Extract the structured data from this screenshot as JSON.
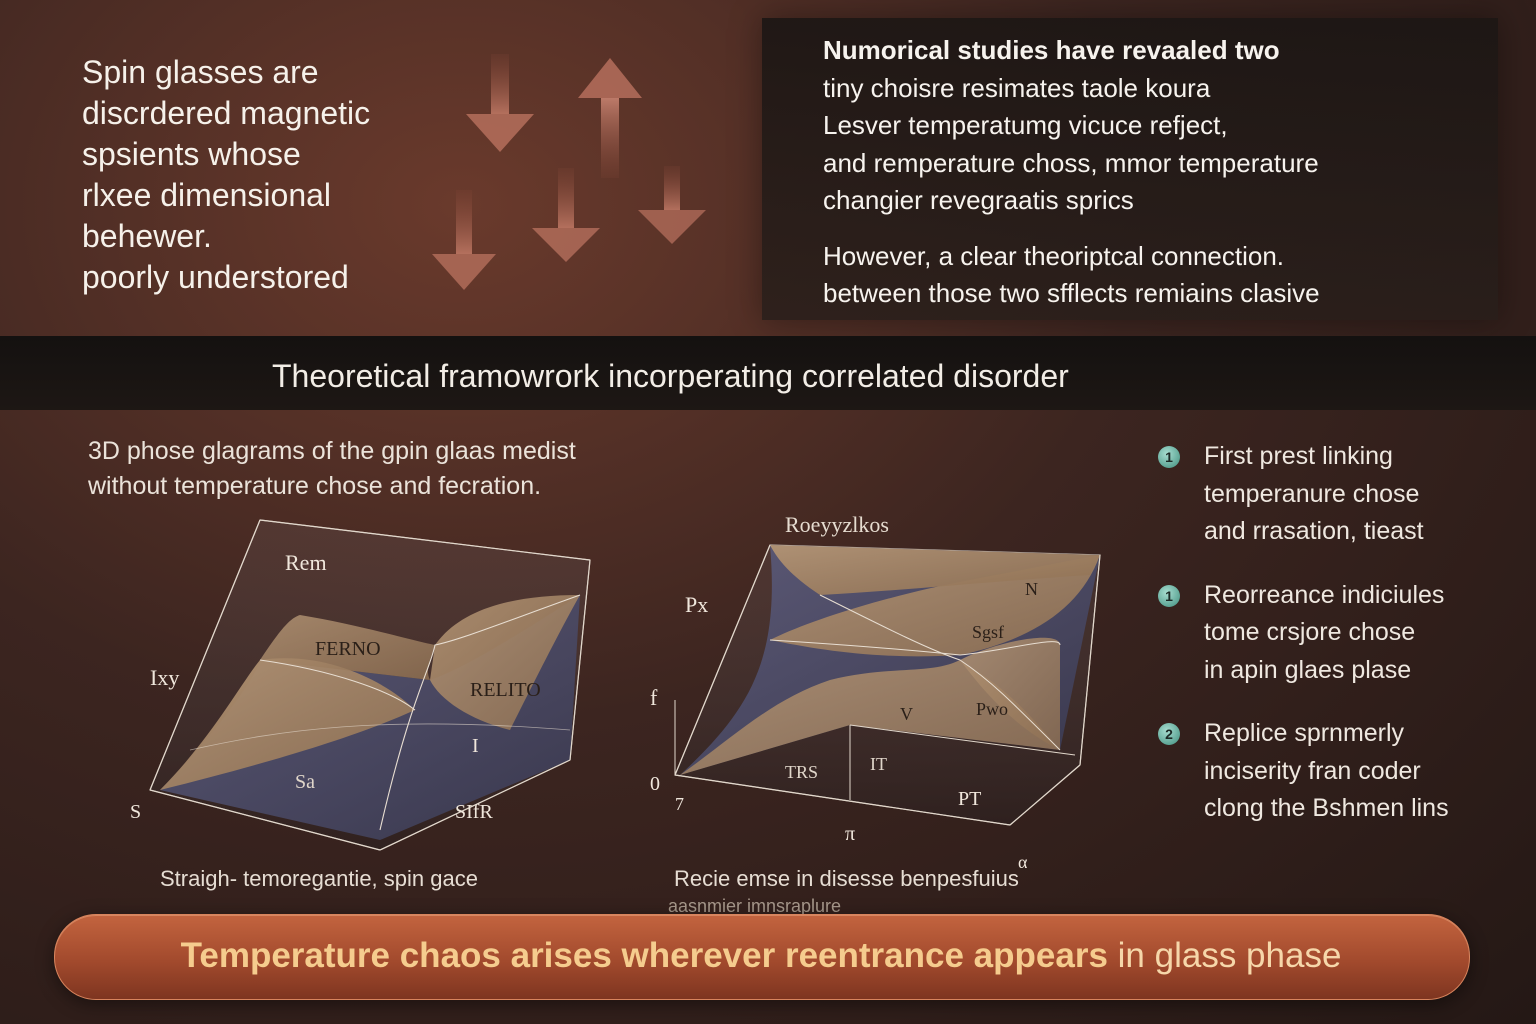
{
  "intro": {
    "lines": [
      "Spin glasses are",
      "discrdered magnetic",
      "spsients whose",
      "rlxee dimensional",
      "behewer.",
      "poorly understored"
    ]
  },
  "study": {
    "lines": [
      "Numorical studies have revaaled two",
      "tiny choisre resimates taole koura",
      "Lesver temperatumg vicuce refject,",
      "and remperature choss, mmor temperature",
      "changier revegraatis sprics"
    ],
    "however_lines": [
      "However, a clear theoriptcal connection.",
      "between those two sfflects remiains clasive"
    ]
  },
  "banner": {
    "title": "Theoretical framowrork incorperating correlated disorder"
  },
  "diagram": {
    "caption_lines": [
      "3D phose glagrams of the gpin glaas medist",
      "without temperature chose and fecration."
    ],
    "left": {
      "labels": {
        "top": "Rem",
        "upper_mid": "FERNO",
        "right_mid": "RELITO",
        "left_axis": "Ixy",
        "inner": "I",
        "lower_left": "Sa",
        "lower_right": "SIfR",
        "corner": "S"
      },
      "subcaption": "Straigh- temoregantie, spin gace"
    },
    "right": {
      "labels": {
        "title": "Roeyyzlkos",
        "top_right": "N",
        "right_mid": "Sgsf",
        "left_axis": "Px",
        "f_axis": "f",
        "origin": "0",
        "seven": "7",
        "center": "V",
        "pwo": "Pwo",
        "front_left": "TRS",
        "front_mid": "IT",
        "front_right": "PT",
        "pi": "π",
        "alpha": "α"
      },
      "subcaption": "Recie emse in disesse benpesfuius",
      "subcaption2": "aasnmier imnsraplure"
    }
  },
  "bullets": [
    {
      "num": "1",
      "lines": [
        "First prest linking",
        "temperanure chose",
        "and rrasation, tieast"
      ]
    },
    {
      "num": "1",
      "lines": [
        "Reorreance indiciules",
        "tome crsjore chose",
        "in apin glaes plase"
      ]
    },
    {
      "num": "2",
      "lines": [
        "Replice sprnmerly",
        "inciserity fran coder",
        "clong the Bshmen lins"
      ]
    }
  ],
  "conclusion": {
    "strong": "Temperature chaos arises wherever reentrance appears",
    "light": " in glass phase"
  },
  "colors": {
    "accent_orange": "#b4573a",
    "tan_surface": "#a28466",
    "blue_surface": "#4a4a68",
    "bullet_teal": "#4f9a88"
  }
}
